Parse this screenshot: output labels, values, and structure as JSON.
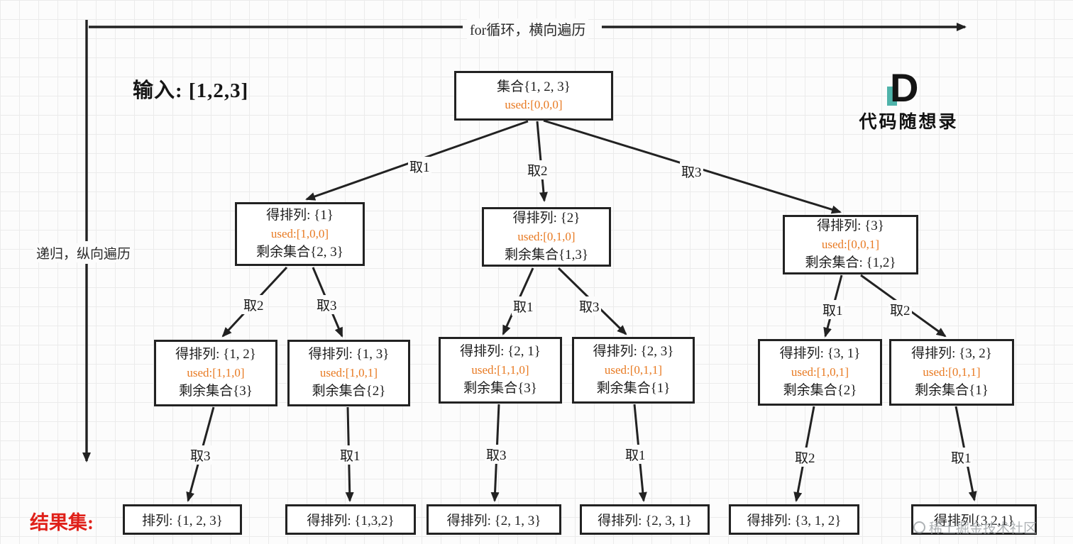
{
  "colors": {
    "bg": "#fcfcfc",
    "grid": "#ebebeb",
    "accent": "#e87a22",
    "red": "#e0211a",
    "teal": "#4fb3aa",
    "ink": "#1f1f1f"
  },
  "axes": {
    "top_label": "for循环，横向遍历",
    "left_label": "递归，纵向遍历"
  },
  "input_label": "输入: [1,2,3]",
  "logo": {
    "glyph": "D",
    "text": "代码随想录"
  },
  "root": {
    "line1": "集合{1, 2, 3}",
    "used": "used:[0,0,0]"
  },
  "level2": [
    {
      "line1": "得排列: {1}",
      "used": "used:[1,0,0]",
      "line3": "剩余集合{2, 3}"
    },
    {
      "line1": "得排列: {2}",
      "used": "used:[0,1,0]",
      "line3": "剩余集合{1,3}"
    },
    {
      "line1": "得排列: {3}",
      "used": "used:[0,0,1]",
      "line3": "剩余集合: {1,2}"
    }
  ],
  "level3": [
    {
      "line1": "得排列: {1, 2}",
      "used": "used:[1,1,0]",
      "line3": "剩余集合{3}"
    },
    {
      "line1": "得排列: {1, 3}",
      "used": "used:[1,0,1]",
      "line3": "剩余集合{2}"
    },
    {
      "line1": "得排列: {2, 1}",
      "used": "used:[1,1,0]",
      "line3": "剩余集合{3}"
    },
    {
      "line1": "得排列: {2, 3}",
      "used": "used:[0,1,1]",
      "line3": "剩余集合{1}"
    },
    {
      "line1": "得排列: {3, 1}",
      "used": "used:[1,0,1]",
      "line3": "剩余集合{2}"
    },
    {
      "line1": "得排列: {3, 2}",
      "used": "used:[0,1,1]",
      "line3": "剩余集合{1}"
    }
  ],
  "edges": {
    "root_labels": [
      "取1",
      "取2",
      "取3"
    ],
    "mid_labels": [
      "取2",
      "取3",
      "取1",
      "取3",
      "取1",
      "取2"
    ],
    "bottom_labels": [
      "取3",
      "取1",
      "取3",
      "取1",
      "取2",
      "取1"
    ]
  },
  "results": {
    "title": "结果集:",
    "items": [
      "排列: {1, 2, 3}",
      "得排列: {1,3,2}",
      "得排列: {2, 1, 3}",
      "得排列: {2, 3, 1}",
      "得排列: {3, 1, 2}",
      "得排列{3,2,1}"
    ]
  },
  "watermark": "稀土掘金技术社区"
}
